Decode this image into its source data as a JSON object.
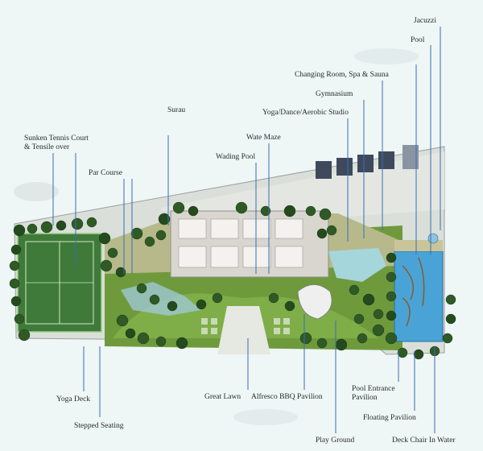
{
  "colors": {
    "background": "#eef6f6",
    "leader_line": "#3a6fb0",
    "lawn": "#6f9a3c",
    "tree": "#2f5a26",
    "tennis": "#3f7a3a",
    "pool": "#4aa3d6",
    "building": "#d9d6cf",
    "paving": "#c9c49a",
    "site_outline": "#9e9e9e"
  },
  "labels": {
    "jacuzzi": "Jacuzzi",
    "pool": "Pool",
    "changing_room": "Changing Room, Spa & Sauna",
    "gymnasium": "Gymnasium",
    "yoga_studio": "Yoga/Dance/Aerobic Studio",
    "surau": "Surau",
    "wate_maze": "Wate Maze",
    "wading_pool": "Wading Pool",
    "tennis_line1": "Sunken Tennis Court",
    "tennis_line2": "& Tensile over",
    "par_course": "Par Course",
    "yoga_deck": "Yoga Deck",
    "stepped_seating": "Stepped Seating",
    "great_lawn": "Great Lawn",
    "bbq_pavilion": "Alfresco BBQ Pavilion",
    "play_ground": "Play Ground",
    "pool_entrance_line1": "Pool Entrance",
    "pool_entrance_line2": "Pavilion",
    "floating_pavilion": "Floating Pavilion",
    "deck_chair": "Deck Chair In Water"
  }
}
